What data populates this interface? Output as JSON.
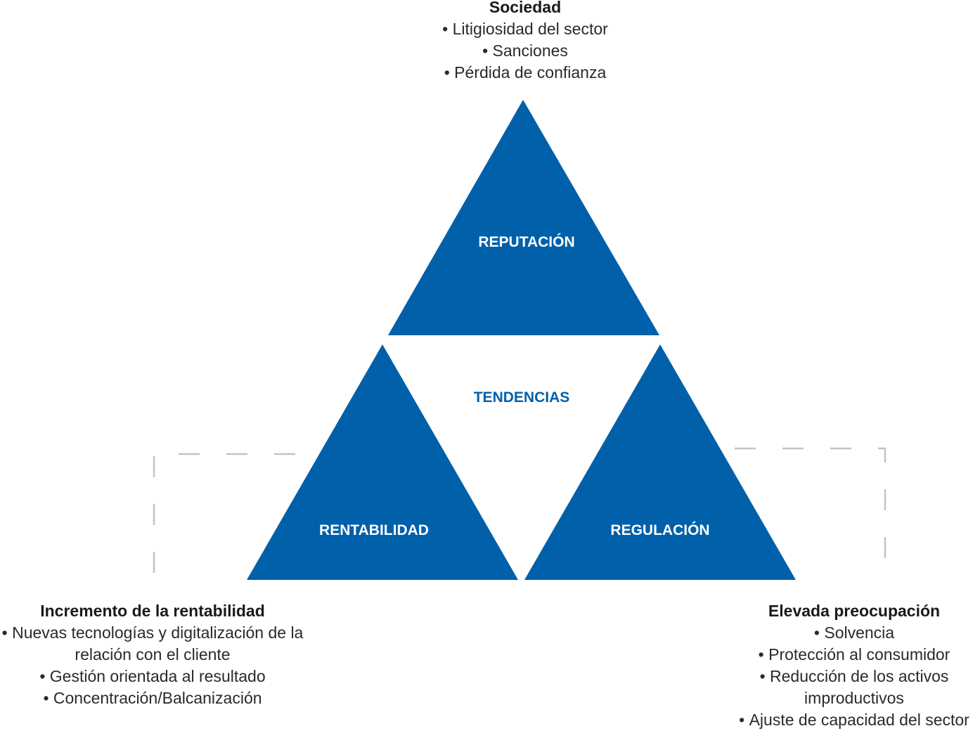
{
  "center": {
    "label": "TENDENCIAS"
  },
  "triangles": {
    "top": {
      "label": "REPUTACIÓN"
    },
    "left": {
      "label": "RENTABILIDAD"
    },
    "right": {
      "label": "REGULACIÓN"
    }
  },
  "blocks": {
    "top": {
      "heading": "Sociedad",
      "items": [
        "Litigiosidad del sector",
        "Sanciones",
        "Pérdida de confianza"
      ]
    },
    "left": {
      "heading": "Incremento de la rentabilidad",
      "items": [
        "Nuevas tecnologías y digitalización de la relación con el cliente",
        "Gestión orientada al resultado",
        "Concentración/Balcanización"
      ]
    },
    "right": {
      "heading": "Elevada preocupación",
      "items": [
        "Solvencia",
        "Protección al consumidor",
        "Reducción de los activos improductivos",
        "Ajuste de capacidad del sector"
      ]
    }
  },
  "colors": {
    "triangle_fill": "#0060a9",
    "dashed_line": "#c3c3c3",
    "text": "#2a2a2a"
  }
}
